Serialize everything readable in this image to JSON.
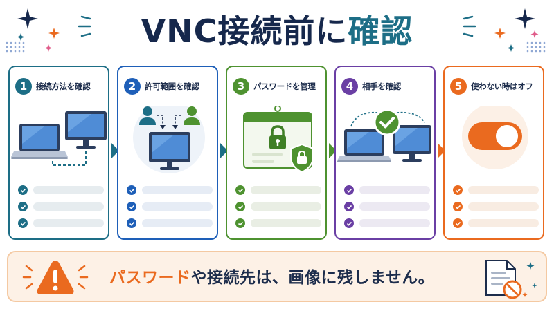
{
  "title": {
    "part1": "VNC接続前に",
    "part2": "確認"
  },
  "steps": [
    {
      "number": "1",
      "label": "接続方法を確認",
      "color": "#1d6e86",
      "icon": "laptop-monitor-connection-icon"
    },
    {
      "number": "2",
      "label": "許可範囲を確認",
      "color": "#1e5fb8",
      "icon": "users-monitor-permission-icon"
    },
    {
      "number": "3",
      "label": "パスワードを管理",
      "color": "#4e9230",
      "icon": "password-lock-shield-icon"
    },
    {
      "number": "4",
      "label": "相手を確認",
      "color": "#6a3fa4",
      "icon": "verified-devices-icon"
    },
    {
      "number": "5",
      "label": "使わない時はオフ",
      "color": "#ea6a1f",
      "icon": "toggle-off-icon"
    }
  ],
  "banner": {
    "highlight": "パスワード",
    "text": "や接続先は、画像に残しません。",
    "icons": [
      "warning-icon",
      "no-document-icon"
    ]
  },
  "colors": {
    "navy": "#16284c",
    "teal": "#1d6e86",
    "blue": "#1e5fb8",
    "green": "#4e9230",
    "purple": "#6a3fa4",
    "orange": "#ea6a1f",
    "banner_bg": "#fdf1e6"
  }
}
